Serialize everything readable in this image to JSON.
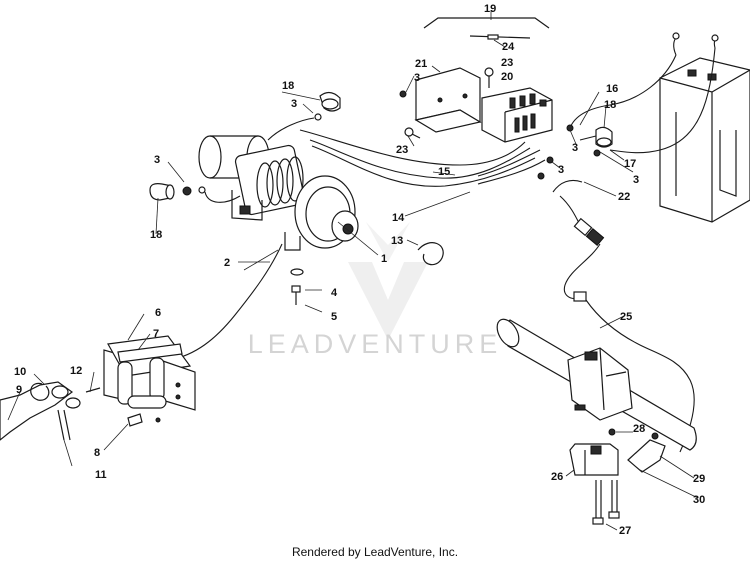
{
  "watermark": {
    "brand": "LEADVENTURE",
    "logo_icon": "leadventure-v-logo-icon"
  },
  "footer": {
    "text": "Rendered by LeadVenture, Inc."
  },
  "callouts": {
    "c1": "1",
    "c2": "2",
    "c3a": "3",
    "c3b": "3",
    "c3c": "3",
    "c3d": "3",
    "c3e": "3",
    "c3f": "3",
    "c4": "4",
    "c5": "5",
    "c6": "6",
    "c7": "7",
    "c8": "8",
    "c9": "9",
    "c10": "10",
    "c11": "11",
    "c12": "12",
    "c13": "13",
    "c14": "14",
    "c15": "15",
    "c16": "16",
    "c17": "17",
    "c18a": "18",
    "c18b": "18",
    "c18c": "18",
    "c19": "19",
    "c20": "20",
    "c21": "21",
    "c22": "22",
    "c23a": "23",
    "c23b": "23",
    "c24": "24",
    "c25": "25",
    "c26": "26",
    "c27": "27",
    "c28": "28",
    "c29": "29",
    "c30": "30"
  },
  "parts": {
    "winch": "winch-motor-icon",
    "battery": "battery-icon",
    "contactor": "contactor-solenoid-icon",
    "handlebar_switch": "handlebar-switch-icon",
    "fairlead": "roller-fairlead-icon",
    "hook": "winch-hook-icon"
  }
}
